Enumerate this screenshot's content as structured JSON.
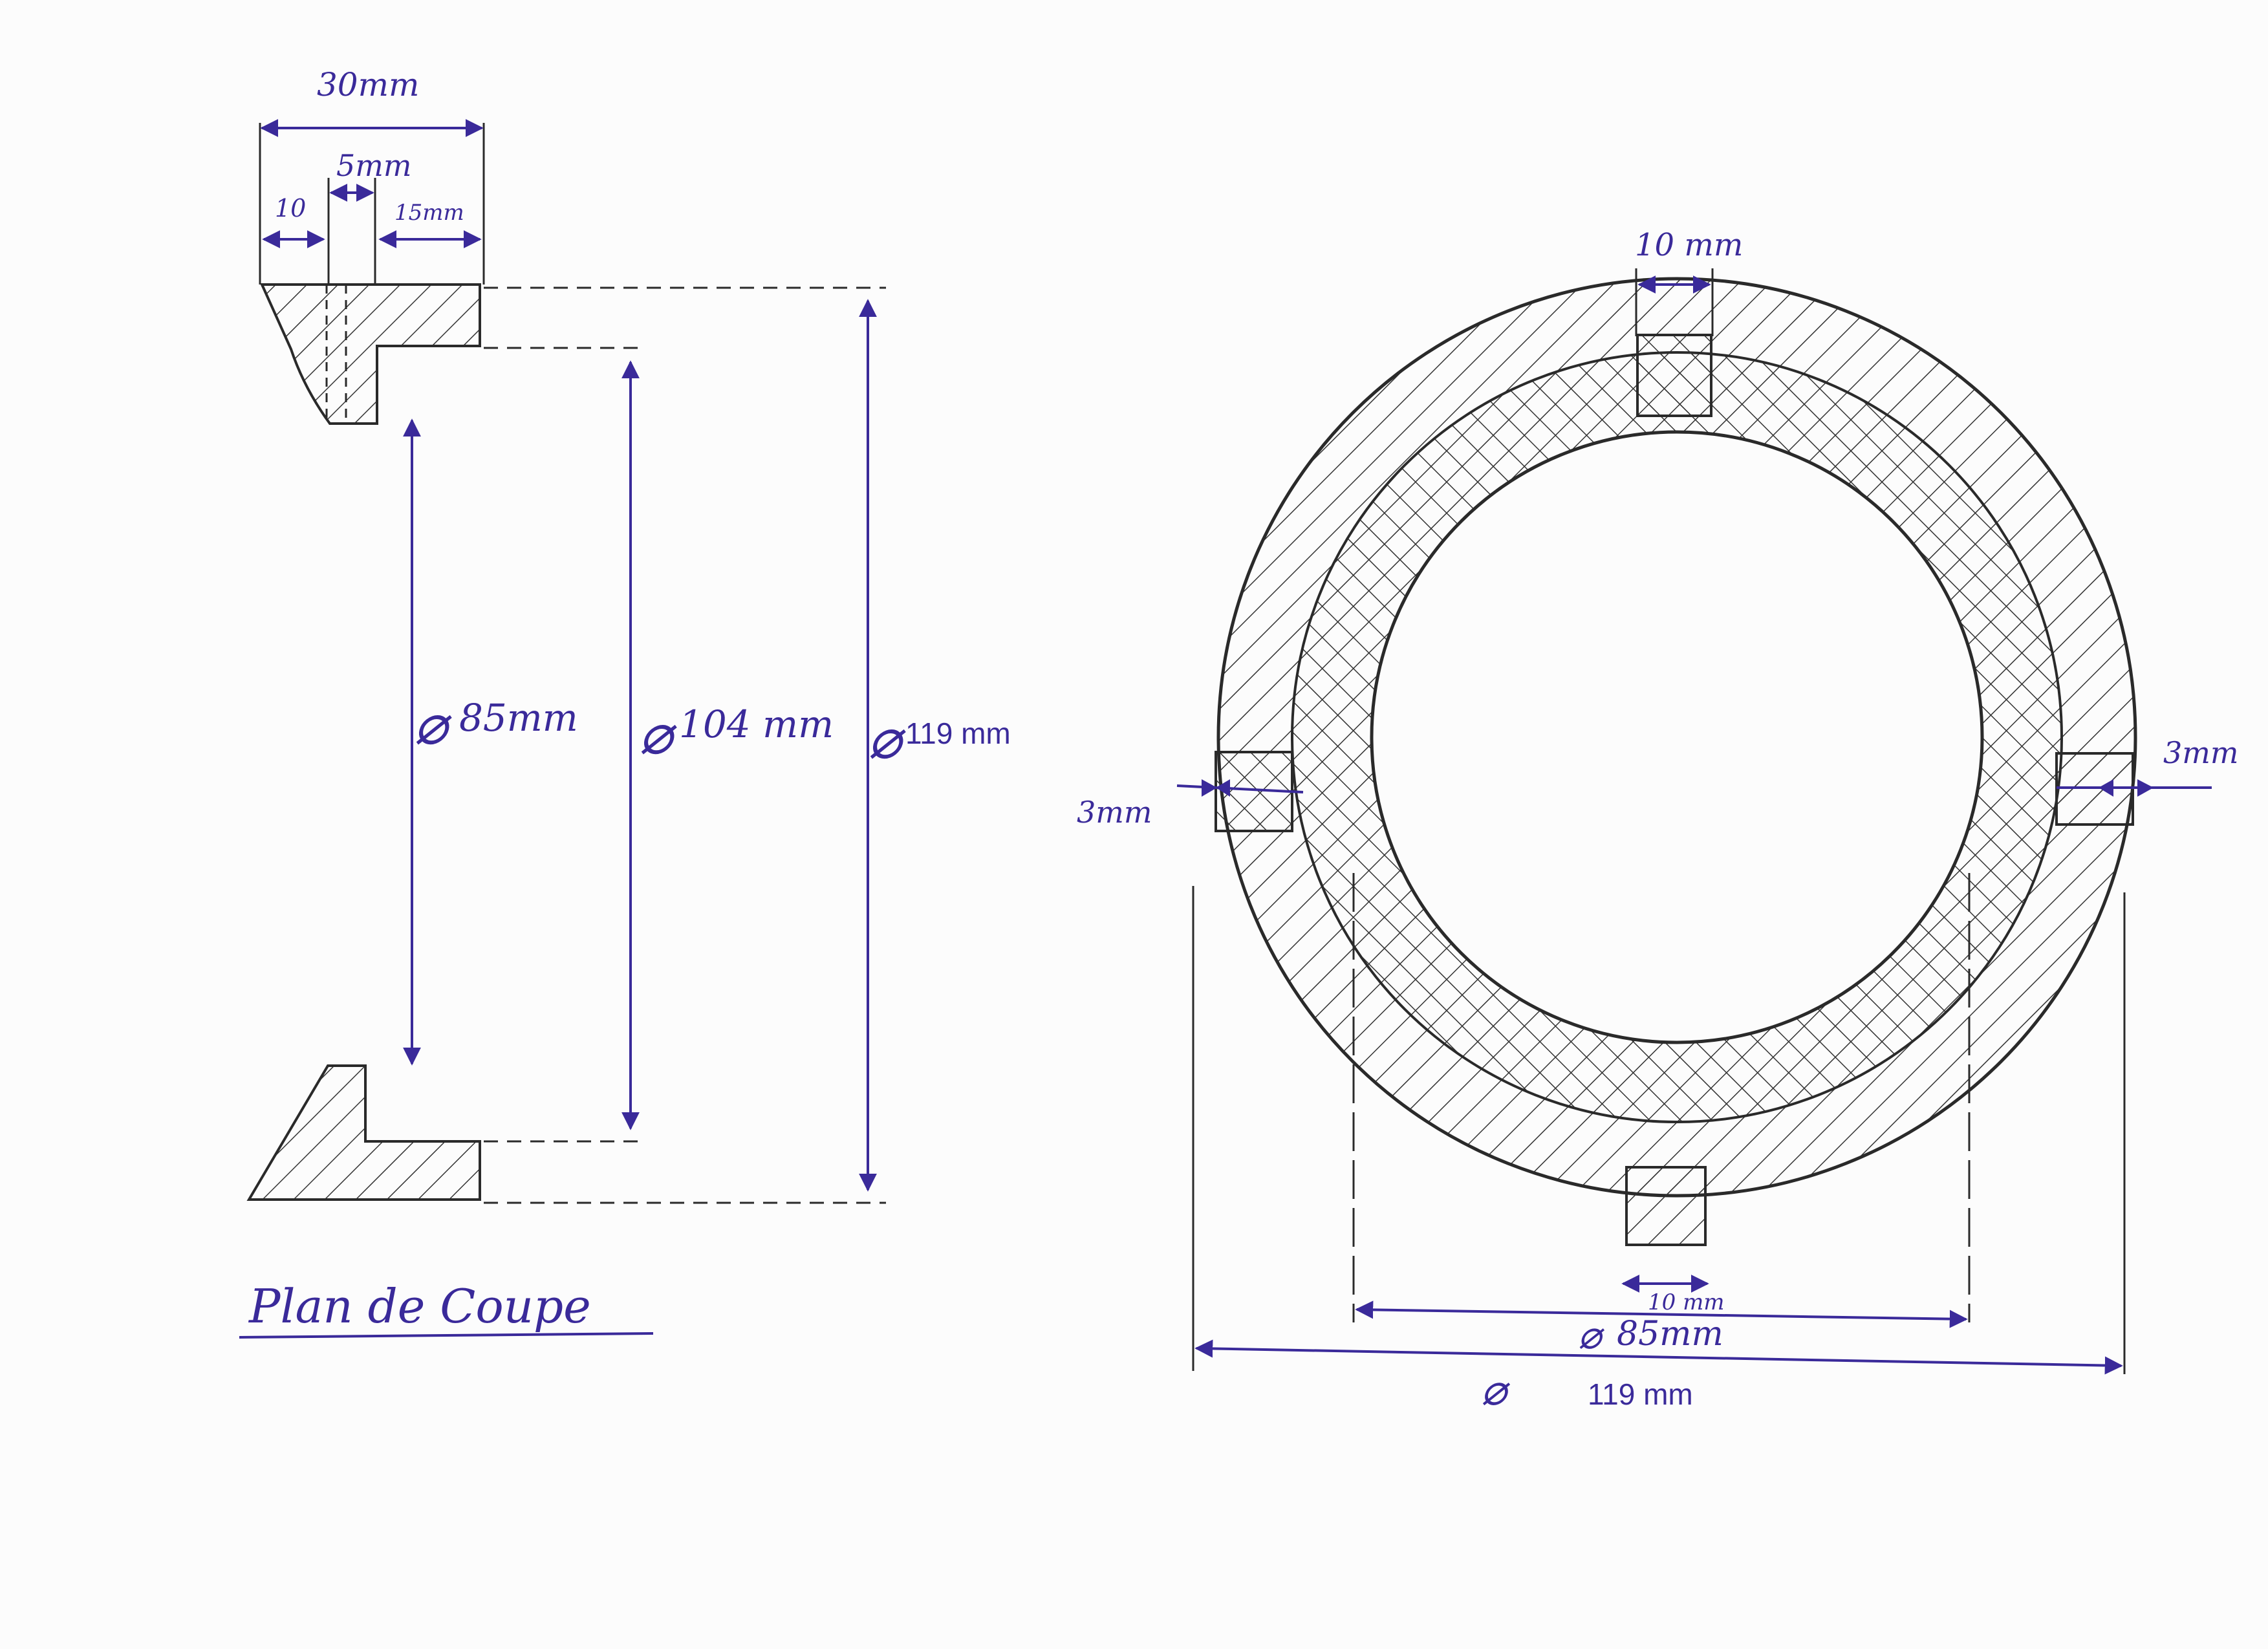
{
  "colors": {
    "paper": "#fcfcfc",
    "ink": "#3a2a9a",
    "pencil": "#2a2a2a",
    "hatch": "#333333"
  },
  "section_view": {
    "title": "Plan de Coupe",
    "dim_total_width": "30mm",
    "dim_groove": "5mm",
    "dim_left": "10",
    "dim_right": "15mm",
    "dia_inner": "85mm",
    "dia_mid": "104 mm",
    "dia_outer": "119 mm",
    "dia_symbol": "⌀"
  },
  "ring_view": {
    "key_top": "10 mm",
    "key_bottom": "10 mm",
    "offset_left": "3mm",
    "offset_right": "3mm",
    "dia_inner": "85mm",
    "dia_outer": "119 mm",
    "dia_symbol": "⌀"
  }
}
